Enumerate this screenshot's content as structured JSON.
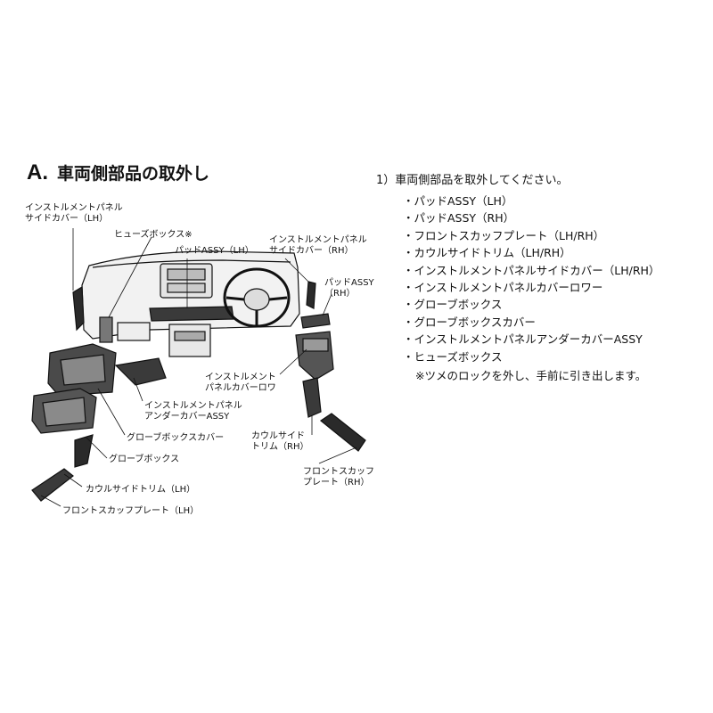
{
  "section": {
    "letter": "A.",
    "title": "車両側部品の取外し"
  },
  "diagram_labels": {
    "inst_side_cover_lh": [
      "インストルメントパネル",
      "サイドカバー（LH）"
    ],
    "fuse_box": "ヒューズボックス※",
    "pad_assy_lh": "パッドASSY（LH）",
    "inst_side_cover_rh": [
      "インストルメントパネル",
      "サイドカバー（RH）"
    ],
    "pad_assy_rh": [
      "パッドASSY",
      "（RH）"
    ],
    "inst_cover_lower": [
      "インストルメント",
      "パネルカバーロワ"
    ],
    "inst_under_cover": [
      "インストルメントパネル",
      "アンダーカバーASSY"
    ],
    "glove_box_cover": "グローブボックスカバー",
    "cowl_side_trim_rh": [
      "カウルサイド",
      "トリム（RH）"
    ],
    "glove_box": "グローブボックス",
    "front_scuff_rh": [
      "フロントスカッフ",
      "プレート（RH）"
    ],
    "cowl_side_trim_lh": "カウルサイドトリム（LH）",
    "front_scuff_lh": "フロントスカッフプレート（LH）"
  },
  "instructions": {
    "step": "1）車両側部品を取外してください。",
    "items": [
      "・パッドASSY（LH）",
      "・パッドASSY（RH）",
      "・フロントスカッフプレート（LH/RH）",
      "・カウルサイドトリム（LH/RH）",
      "・インストルメントパネルサイドカバー（LH/RH）",
      "・インストルメントパネルカバーロワー",
      "・グローブボックス",
      "・グローブボックスカバー",
      "・インストルメントパネルアンダーカバーASSY",
      "・ヒューズボックス"
    ],
    "note": "※ツメのロックを外し、手前に引き出します。"
  }
}
